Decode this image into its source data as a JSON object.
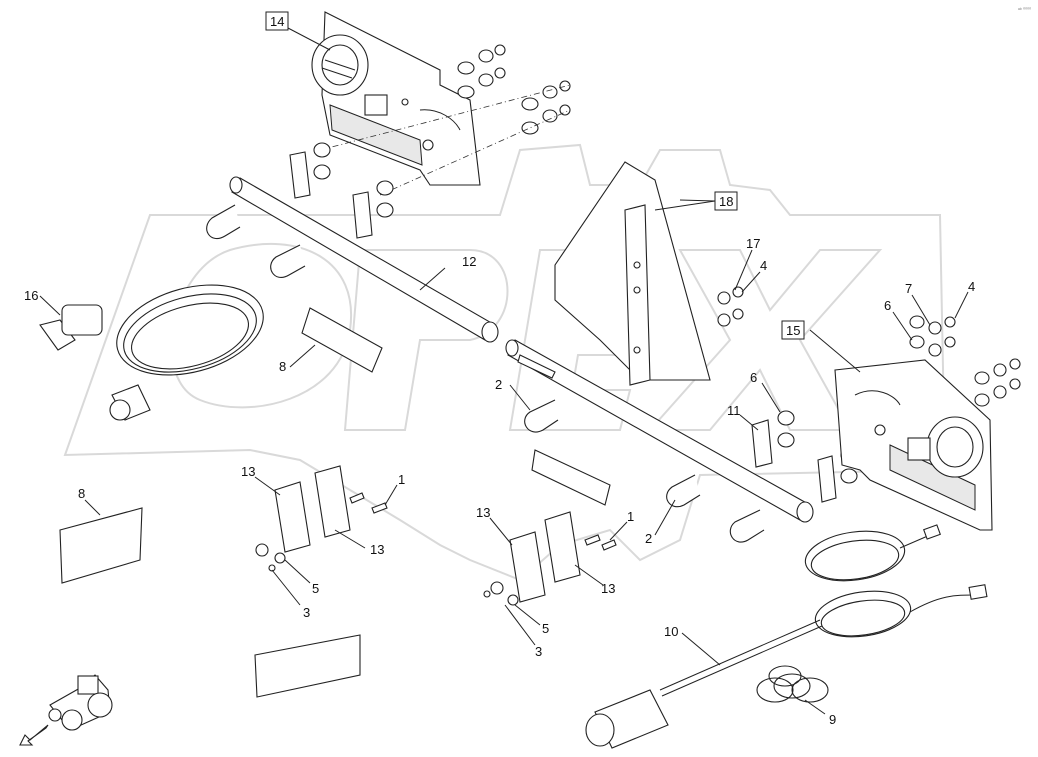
{
  "corner_mark": "ᵃᵇ ⁰⁰⁰⁰",
  "watermark": "OPEX",
  "callouts": {
    "c14": "14",
    "c18": "18",
    "c15": "15",
    "c17": "17",
    "c4a": "4",
    "c4b": "4",
    "c7": "7",
    "c6a": "6",
    "c6b": "6",
    "c12": "12",
    "c16": "16",
    "c8a": "8",
    "c8b": "8",
    "c2a": "2",
    "c2b": "2",
    "c11": "11",
    "c13a": "13",
    "c13b": "13",
    "c13c": "13",
    "c13d": "13",
    "c1a": "1",
    "c1b": "1",
    "c5a": "5",
    "c5b": "5",
    "c3a": "3",
    "c3b": "3",
    "c10": "10",
    "c9": "9"
  }
}
